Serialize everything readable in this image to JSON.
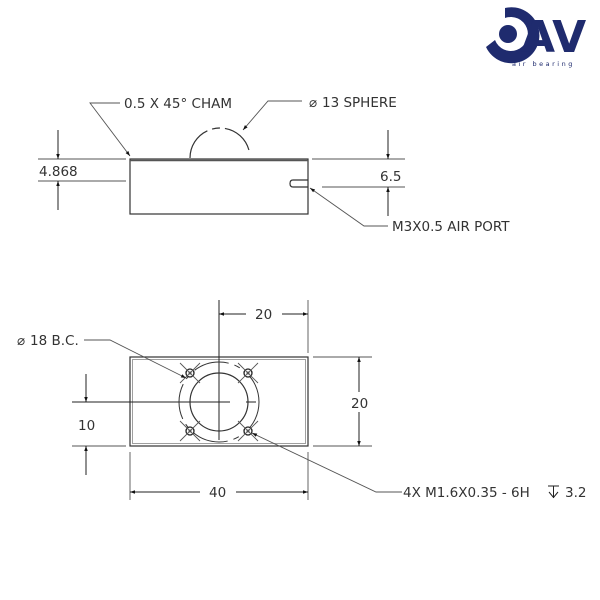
{
  "logo": {
    "brand": "AV",
    "tagline": "air bearing",
    "color": "#1f2b6e"
  },
  "side_view": {
    "chamfer_note": "0.5 X 45° CHAM",
    "sphere_note_symbol": "⌀",
    "sphere_note": "13 SPHERE",
    "height_dim": "4.868",
    "port_height_dim": "6.5",
    "port_note": "M3X0.5 AIR PORT"
  },
  "bottom_view": {
    "bolt_circle_symbol": "⌀",
    "bolt_circle_note": "18 B.C.",
    "center_offset_x_dim": "20",
    "center_offset_y_dim": "10",
    "width_dim": "40",
    "height_dim": "20",
    "thread_note": "4X M1.6X0.35 - 6H",
    "depth_symbol": "↧",
    "thread_depth": "3.2"
  }
}
